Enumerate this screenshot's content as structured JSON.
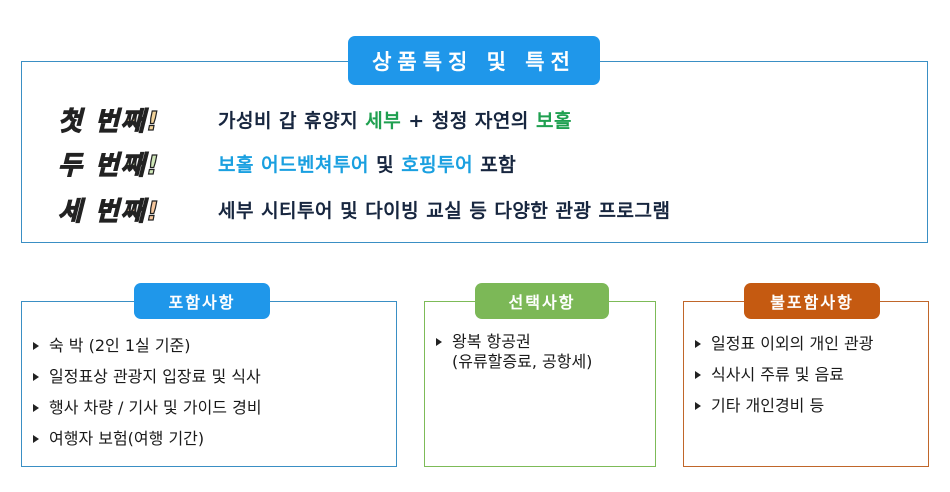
{
  "header": {
    "title": "상품특징 및 특전"
  },
  "features": [
    {
      "ordinal": "첫 번째!",
      "parts": [
        "가성비 갑 휴양지 ",
        "세부",
        " + 청정 자연의 ",
        "보홀"
      ]
    },
    {
      "ordinal": "두 번째!",
      "parts": [
        "보홀 어드벤쳐투어",
        " 및 ",
        "호핑투어",
        " 포함"
      ]
    },
    {
      "ordinal": "세 번째!",
      "parts": [
        "세부 시티투어 및 다이빙 교실 등 다양한 관광 프로그램"
      ]
    }
  ],
  "included": {
    "title": "포함사항",
    "items": [
      "숙 박 (2인 1실 기준)",
      "일정표상 관광지 입장료 및 식사",
      "행사 차량 / 기사 및 가이드 경비",
      "여행자 보험(여행 기간)"
    ]
  },
  "optional": {
    "title": "선택사항",
    "items": [
      {
        "main": "왕복 항공권",
        "sub": "(유류할증료, 공항세)"
      }
    ]
  },
  "excluded": {
    "title": "불포함사항",
    "items": [
      "일정표 이외의 개인 관광",
      "식사시 주류 및 음료",
      "기타 개인경비 등"
    ]
  },
  "colors": {
    "accent_blue": "#1f97ea",
    "accent_green": "#7cb857",
    "accent_orange": "#c55a11",
    "highlight_green": "#1fa050",
    "highlight_blue": "#1aa0e0"
  }
}
